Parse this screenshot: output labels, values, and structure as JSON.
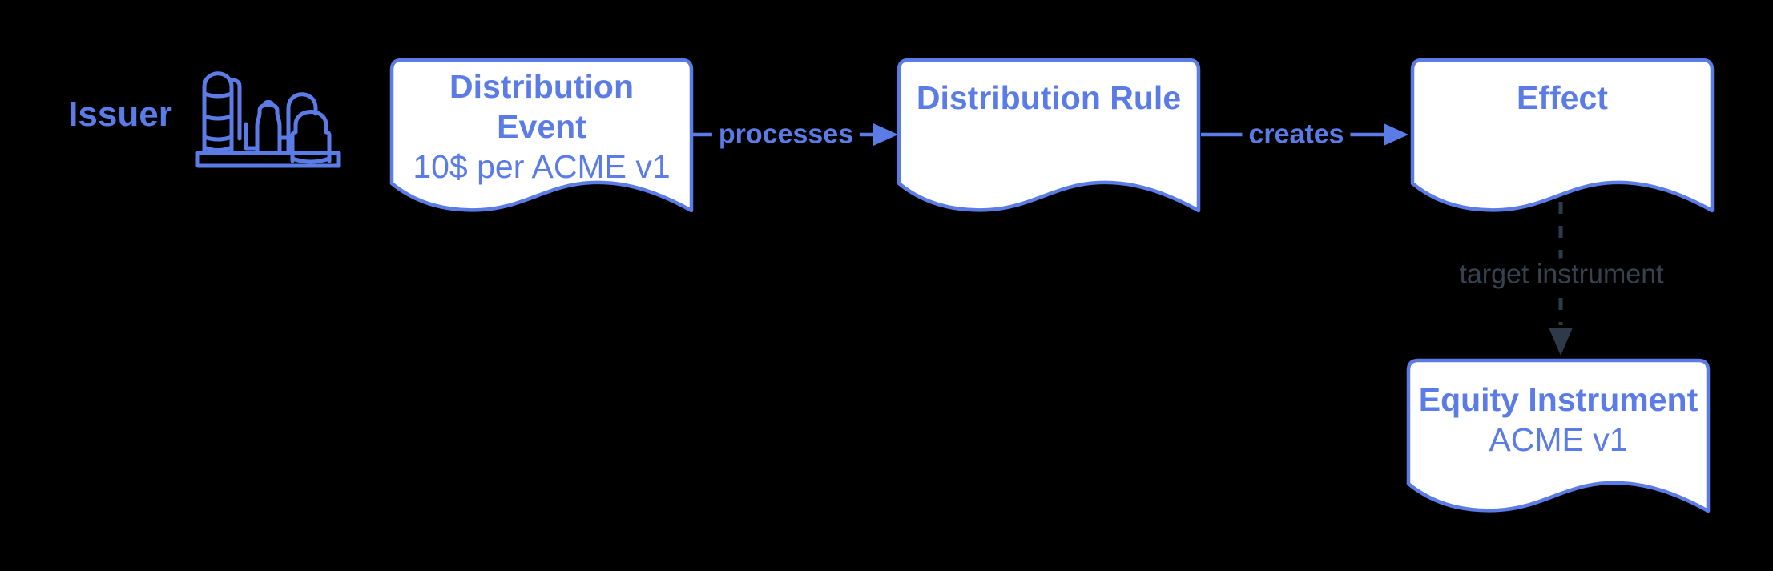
{
  "background_color": "#000000",
  "colors": {
    "accent_blue": "#5b7ce6",
    "node_fill": "#ffffff",
    "dashed_slate": "#2e3a49",
    "target_label_color": "#36424f"
  },
  "issuer": {
    "label": "Issuer",
    "icon": "factory-icon"
  },
  "nodes": {
    "distribution_event": {
      "title": "Distribution\nEvent",
      "subtitle": "10$ per ACME v1",
      "shape": "document"
    },
    "distribution_rule": {
      "title": "Distribution Rule",
      "subtitle": "",
      "shape": "document"
    },
    "effect": {
      "title": "Effect",
      "subtitle": "",
      "shape": "document"
    },
    "equity_instrument": {
      "title": "Equity Instrument",
      "subtitle": "ACME v1",
      "shape": "document"
    }
  },
  "edges": [
    {
      "from": "distribution_event",
      "to": "distribution_rule",
      "label": "processes",
      "style": "solid"
    },
    {
      "from": "distribution_rule",
      "to": "effect",
      "label": "creates",
      "style": "solid"
    },
    {
      "from": "effect",
      "to": "equity_instrument",
      "label": "target instrument",
      "style": "dashed"
    }
  ]
}
